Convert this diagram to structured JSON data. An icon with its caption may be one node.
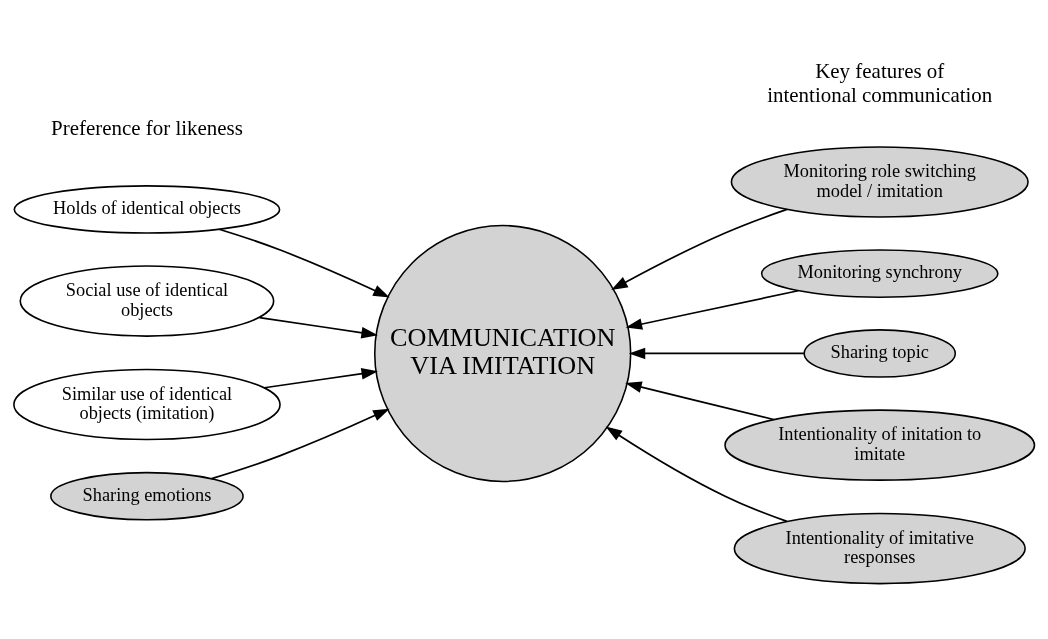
{
  "diagram": {
    "nodes": [
      {
        "text": [
          "COMMUNICATION VIA IMITATION"
        ]
      },
      {
        "text": [
          "Holds of identical objects"
        ]
      },
      {
        "text": [
          "Social use of identical objects"
        ]
      },
      {
        "text": [
          "Similar use of identical objects (imitation)"
        ]
      },
      {
        "text": [
          "Sharing emotions"
        ]
      },
      {
        "text": [
          "Monitoring role switching model / imitation"
        ]
      },
      {
        "text": [
          "Monitoring synchrony"
        ]
      },
      {
        "text": [
          "Sharing topic"
        ]
      },
      {
        "text": [
          "Intentionality of initation to imitate"
        ]
      },
      {
        "text": [
          "Intentionality of imitative responses"
        ]
      }
    ],
    "edges": [
      {
        "from": 1,
        "to": 0,
        "arrow": "to"
      },
      {
        "from": 2,
        "to": 0,
        "arrow": "to"
      },
      {
        "from": 3,
        "to": 0,
        "arrow": "to"
      },
      {
        "from": 4,
        "to": 0,
        "arrow": "to"
      },
      {
        "from": 5,
        "to": 0,
        "arrow": "to"
      },
      {
        "from": 6,
        "to": 0,
        "arrow": "to"
      },
      {
        "from": 7,
        "to": 0,
        "arrow": "to"
      },
      {
        "from": 8,
        "to": 0,
        "arrow": "to"
      },
      {
        "from": 9,
        "to": 0,
        "arrow": "to"
      }
    ],
    "labels": [
      "Preference for likeness",
      "Key features of intentional communication"
    ]
  }
}
